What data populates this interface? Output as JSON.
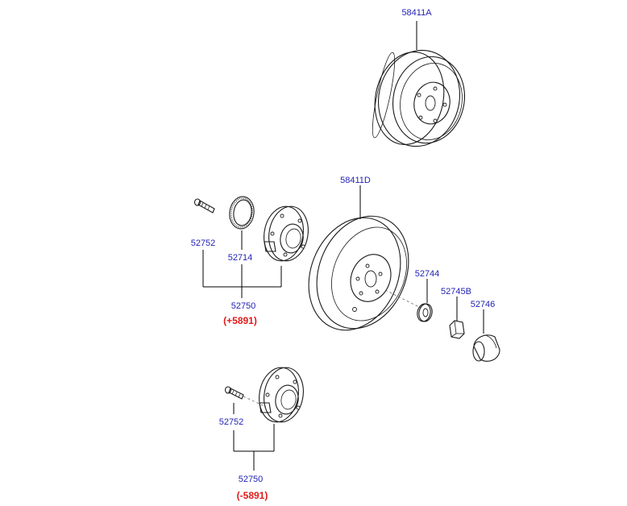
{
  "labels": {
    "drum": "58411A",
    "disc": "58411D",
    "bolt_upper": "52752",
    "ring": "52714",
    "hub_upper": "52750",
    "washer": "52744",
    "nut": "52745B",
    "cap": "52746",
    "bolt_lower": "52752",
    "hub_lower": "52750"
  },
  "ranges": {
    "upper": "(+5891)",
    "lower": "(-5891)"
  },
  "colors": {
    "part_number": "#1f1fb4",
    "range": "#e01a1a",
    "line": "#1a1a1a"
  }
}
